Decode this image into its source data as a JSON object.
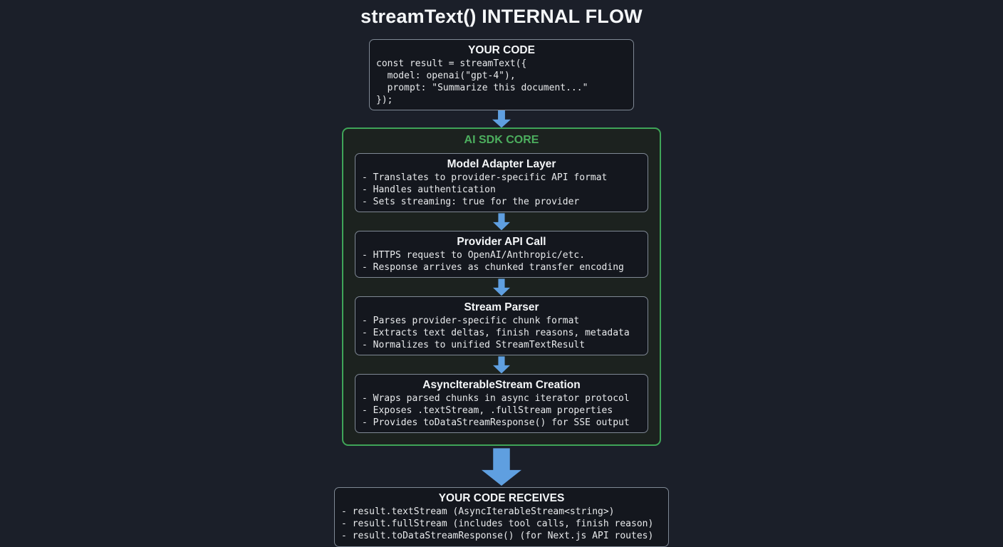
{
  "title": "streamText() INTERNAL FLOW",
  "colors": {
    "background": "#1b1f29",
    "box_background": "#14171e",
    "box_border_gray": "#7f8894",
    "sdk_core_background": "#1c221f",
    "sdk_core_green": "#4cae5e",
    "sdk_core_border_green": "#3fa458",
    "arrow_blue": "#5f9fe0",
    "heading_text": "#f5f7f9",
    "body_text": "#e8eaec"
  },
  "your_code_box": {
    "title": "YOUR CODE",
    "code_lines": [
      "const result = streamText({",
      "  model: openai(\"gpt-4\"),",
      "  prompt: \"Summarize this document...\"",
      "});"
    ]
  },
  "sdk_core": {
    "title": "AI SDK CORE",
    "stages": [
      {
        "title": "Model Adapter Layer",
        "bullets": [
          "- Translates to provider-specific API format",
          "- Handles authentication",
          "- Sets streaming: true for the provider"
        ]
      },
      {
        "title": "Provider API Call",
        "bullets": [
          "- HTTPS request to OpenAI/Anthropic/etc.",
          "- Response arrives as chunked transfer encoding"
        ]
      },
      {
        "title": "Stream Parser",
        "bullets": [
          "- Parses provider-specific chunk format",
          "- Extracts text deltas, finish reasons, metadata",
          "- Normalizes to unified StreamTextResult"
        ]
      },
      {
        "title": "AsyncIterableStream Creation",
        "bullets": [
          "- Wraps parsed chunks in async iterator protocol",
          "- Exposes .textStream, .fullStream properties",
          "- Provides toDataStreamResponse() for SSE output"
        ]
      }
    ]
  },
  "receives_box": {
    "title": "YOUR CODE RECEIVES",
    "bullets": [
      "- result.textStream (AsyncIterableStream<string>)",
      "- result.fullStream (includes tool calls, finish reason)",
      "- result.toDataStreamResponse() (for Next.js API routes)"
    ]
  }
}
